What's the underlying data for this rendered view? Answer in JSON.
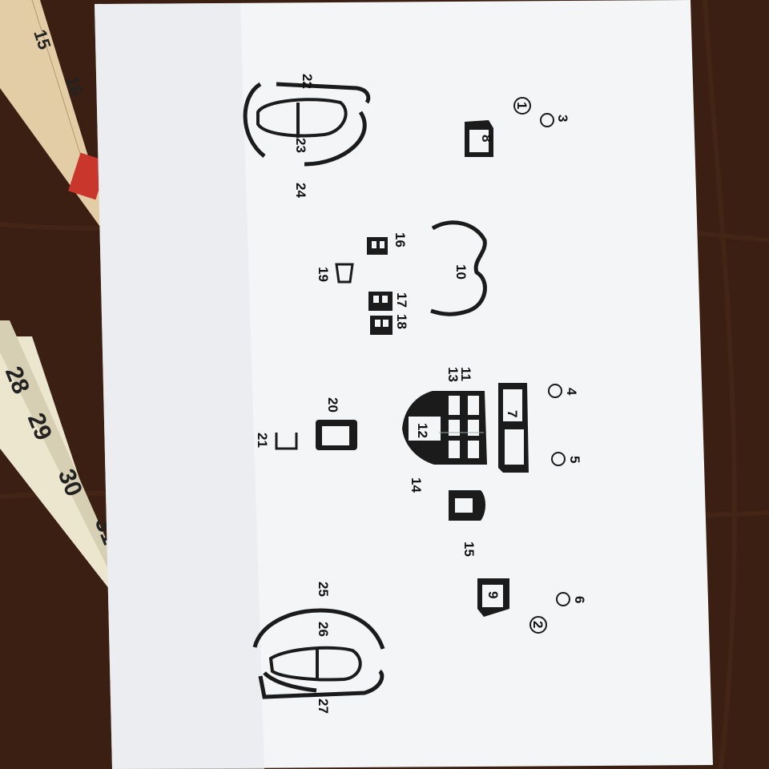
{
  "photo": {
    "wood_color": "#3a1f12",
    "paper_color": "#f4f5f7",
    "ink_color": "#1b1b1b",
    "ruler_color": "#e3cda6",
    "ruler_logo_color": "#c8362c",
    "tape_color": "#ece6cf"
  },
  "ruler_top": {
    "numbers": [
      "15",
      "16"
    ]
  },
  "tape_left": {
    "numbers": [
      "28",
      "29",
      "30",
      "31"
    ]
  },
  "sheet": {
    "circled_labels": [
      "1",
      "2"
    ],
    "part_labels": [
      "3",
      "4",
      "5",
      "6",
      "7",
      "8",
      "9",
      "10",
      "11",
      "12",
      "13",
      "14",
      "15",
      "16",
      "17",
      "18",
      "19",
      "20",
      "21",
      "22",
      "23",
      "24",
      "25",
      "26",
      "27"
    ]
  }
}
